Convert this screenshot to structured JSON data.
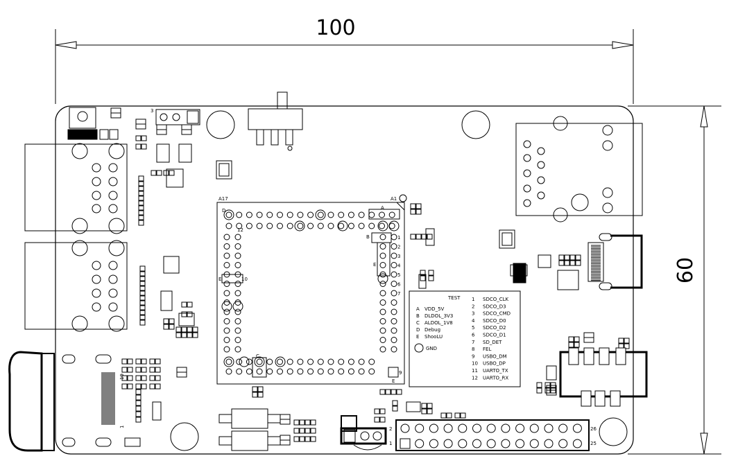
{
  "dimensions": {
    "width_label": "100",
    "height_label": "60"
  },
  "module": {
    "corner_top_left": "A17",
    "corner_top_right": "A1",
    "pin_row_label": "D",
    "pin_row_label_2": "12",
    "col_label_a": "A",
    "col_label_b": "B",
    "col_label_e": "E",
    "col_label_e_left": "E",
    "col_label_c": "C",
    "side_numbers": [
      "1",
      "2",
      "3",
      "4",
      "5",
      "6",
      "7"
    ],
    "left_mid_number": "10",
    "bottom_right_number": "9",
    "bottom_right_letter": "E"
  },
  "test_table": {
    "title": "TEST",
    "left_entries": [
      {
        "key": "A",
        "value": "VDD_5V"
      },
      {
        "key": "B",
        "value": "DLDOL_3V3"
      },
      {
        "key": "C",
        "value": "ALDOL_1V8"
      },
      {
        "key": "D",
        "value": "Debug"
      },
      {
        "key": "E",
        "value": "ShooLU"
      }
    ],
    "gnd_label": "GND",
    "right_entries": [
      {
        "num": "1",
        "value": "SDCO_CLK"
      },
      {
        "num": "2",
        "value": "SDCO_D3"
      },
      {
        "num": "3",
        "value": "SDCO_CMD"
      },
      {
        "num": "4",
        "value": "SDCO_D0"
      },
      {
        "num": "5",
        "value": "SDCO_D2"
      },
      {
        "num": "6",
        "value": "SDCO_D1"
      },
      {
        "num": "7",
        "value": "SD_DET"
      },
      {
        "num": "8",
        "value": "FEL"
      },
      {
        "num": "9",
        "value": "USBO_DM"
      },
      {
        "num": "10",
        "value": "USBO_DP"
      },
      {
        "num": "11",
        "value": "UARTO_TX"
      },
      {
        "num": "12",
        "value": "UARTO_RX"
      }
    ]
  },
  "connectors": {
    "header_pin_2": "2",
    "header_pin_26": "26",
    "header_pin_1": "1",
    "header_pin_25": "25",
    "ffc_pin_19": "19",
    "ffc_pin_1": "1",
    "jumper_pin_3": "3"
  }
}
